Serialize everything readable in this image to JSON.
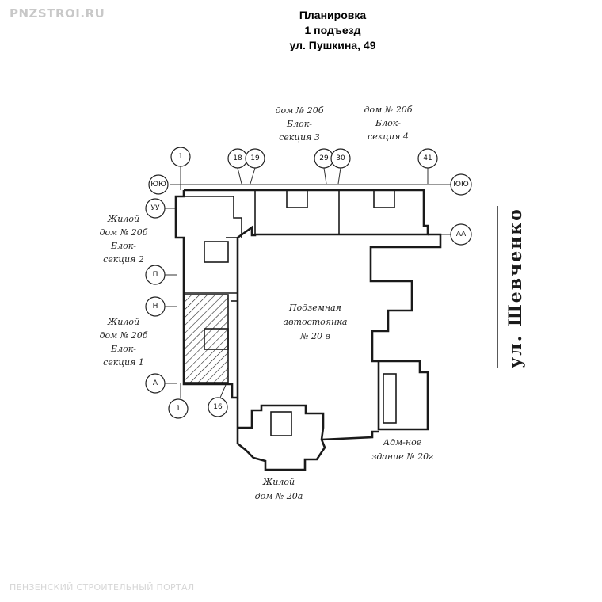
{
  "watermark": {
    "site": "PNZSTROI.RU",
    "portal": "ПЕНЗЕНСКИЙ СТРОИТЕЛЬНЫЙ ПОРТАЛ"
  },
  "title": {
    "line1": "Планировка",
    "line2": "1 подъезд",
    "line3": "ул. Пушкина, 49"
  },
  "labels": {
    "block3": [
      "дом № 20б",
      "Блок-",
      "секция 3"
    ],
    "block4": [
      "дом № 20б",
      "Блок-",
      "секция 4"
    ],
    "block2": [
      "Жилой",
      "дом № 20б",
      "Блок-",
      "секция 2"
    ],
    "block1": [
      "Жилой",
      "дом № 20б",
      "Блок-",
      "секция 1"
    ],
    "parking": [
      "Подземная",
      "автостоянка",
      "№ 20 в"
    ],
    "admin": [
      "Адм-ное",
      "здание № 20г"
    ],
    "house20a": [
      "Жилой",
      "дом № 20а"
    ],
    "street": "ул. Шевченко"
  },
  "axes": {
    "top": [
      "1",
      "18",
      "19",
      "29",
      "30",
      "41"
    ],
    "left": [
      "ЮЮ",
      "УУ",
      "П",
      "Н",
      "А"
    ],
    "right": [
      "ЮЮ",
      "АА"
    ],
    "bottom": [
      "1",
      "16"
    ]
  },
  "colors": {
    "ink": "#1a1a1a",
    "watermark": "#c8c8c8"
  }
}
